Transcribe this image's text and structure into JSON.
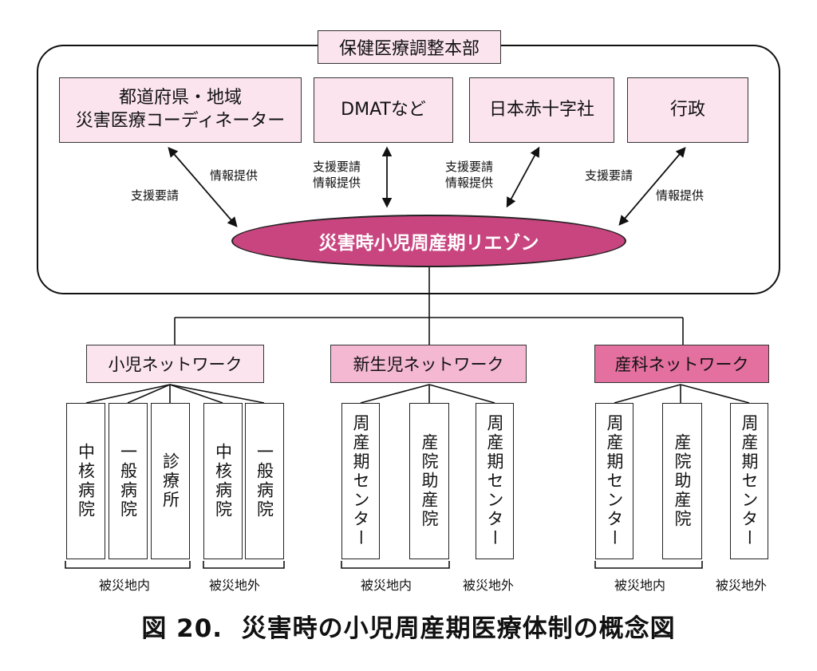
{
  "headquarters": {
    "label": "保健医療調整本部"
  },
  "organizations": [
    {
      "line1": "都道府県・地域",
      "line2": "災害医療コーディネーター"
    },
    {
      "line1": "DMATなど"
    },
    {
      "line1": "日本赤十字社"
    },
    {
      "line1": "行政"
    }
  ],
  "flows": {
    "coord_request": "支援要請",
    "coord_info": "情報提供",
    "dmat_request": "支援要請",
    "dmat_info": "情報提供",
    "redcross_request": "支援要請",
    "redcross_info": "情報提供",
    "admin_request": "支援要請",
    "admin_info": "情報提供"
  },
  "liaison": {
    "label": "災害時小児周産期リエゾン"
  },
  "networks": [
    {
      "label": "小児ネットワーク",
      "color": "#fbe4ee"
    },
    {
      "label": "新生児ネットワーク",
      "color": "#f4b8d2"
    },
    {
      "label": "産科ネットワーク",
      "color": "#e4709f"
    }
  ],
  "facilities": {
    "pediatric": [
      "中核病院",
      "一般病院",
      "診療所",
      "中核病院",
      "一般病院"
    ],
    "neonatal": [
      "周産期センター",
      "産院助産院",
      "周産期センター"
    ],
    "obstetric": [
      "周産期センター",
      "産院助産院",
      "周産期センター"
    ]
  },
  "zones": {
    "pediatric_inside": "被災地内",
    "pediatric_outside": "被災地外",
    "neonatal_inside": "被災地内",
    "neonatal_outside": "被災地外",
    "obstetric_inside": "被災地内",
    "obstetric_outside": "被災地外"
  },
  "caption": "図 20.  災害時の小児周産期医療体制の概念図",
  "colors": {
    "box_fill": "#fbe4ee",
    "liaison_fill": "#c8457f",
    "stroke": "#111111"
  }
}
